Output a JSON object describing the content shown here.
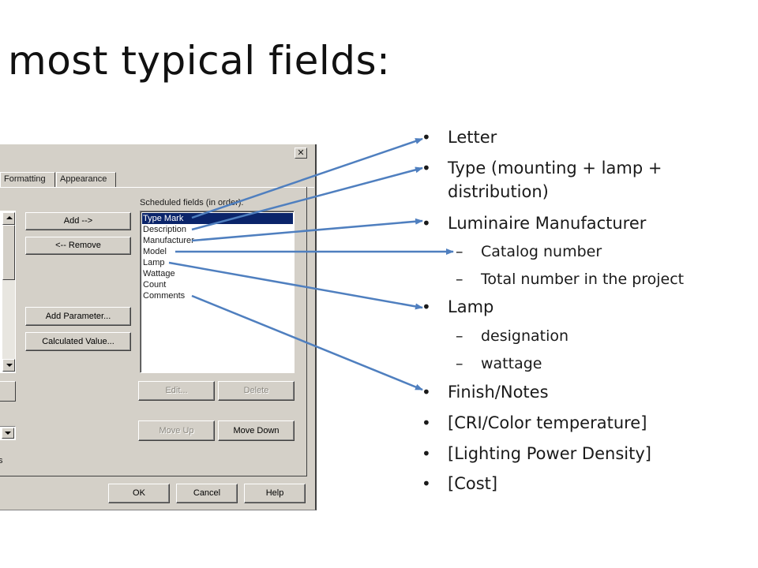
{
  "slide": {
    "title": "most typical fields:"
  },
  "dialog": {
    "close_glyph": "✕",
    "tabs": [
      {
        "label": "Formatting"
      },
      {
        "label": "Appearance"
      }
    ],
    "scheduled_fields_label": "Scheduled fields (in order):",
    "scheduled_fields": [
      {
        "label": "Type Mark",
        "selected": true
      },
      {
        "label": "Description",
        "selected": false
      },
      {
        "label": "Manufacturer",
        "selected": false
      },
      {
        "label": "Model",
        "selected": false
      },
      {
        "label": "Lamp",
        "selected": false
      },
      {
        "label": "Wattage",
        "selected": false
      },
      {
        "label": "Count",
        "selected": false
      },
      {
        "label": "Comments",
        "selected": false
      }
    ],
    "buttons": {
      "add": "Add -->",
      "remove": "<-- Remove",
      "add_parameter": "Add Parameter...",
      "calculated_value": "Calculated Value...",
      "edit": "Edit...",
      "delete": "Delete",
      "move_up": "Move Up",
      "move_down": "Move Down",
      "ok": "OK",
      "cancel": "Cancel",
      "help": "Help"
    },
    "stub_text": "s"
  },
  "bullets": [
    {
      "text": "Letter",
      "level": 1
    },
    {
      "text": "Type (mounting + lamp +",
      "level": 1
    },
    {
      "text": "distribution)",
      "level": 1
    },
    {
      "text": "Luminaire Manufacturer",
      "level": 1
    },
    {
      "text": "Catalog number",
      "level": 2
    },
    {
      "text": "Total number in the project",
      "level": 2
    },
    {
      "text": "Lamp",
      "level": 1
    },
    {
      "text": "designation",
      "level": 2
    },
    {
      "text": "wattage",
      "level": 2
    },
    {
      "text": "Finish/Notes",
      "level": 1
    },
    {
      "text": "[CRI/Color temperature]",
      "level": 1
    },
    {
      "text": "[Lighting Power Density]",
      "level": 1
    },
    {
      "text": "[Cost]",
      "level": 1
    }
  ],
  "bullet_glyph": "•",
  "dash_glyph": "–",
  "arrow_color": "#4f7fbf"
}
